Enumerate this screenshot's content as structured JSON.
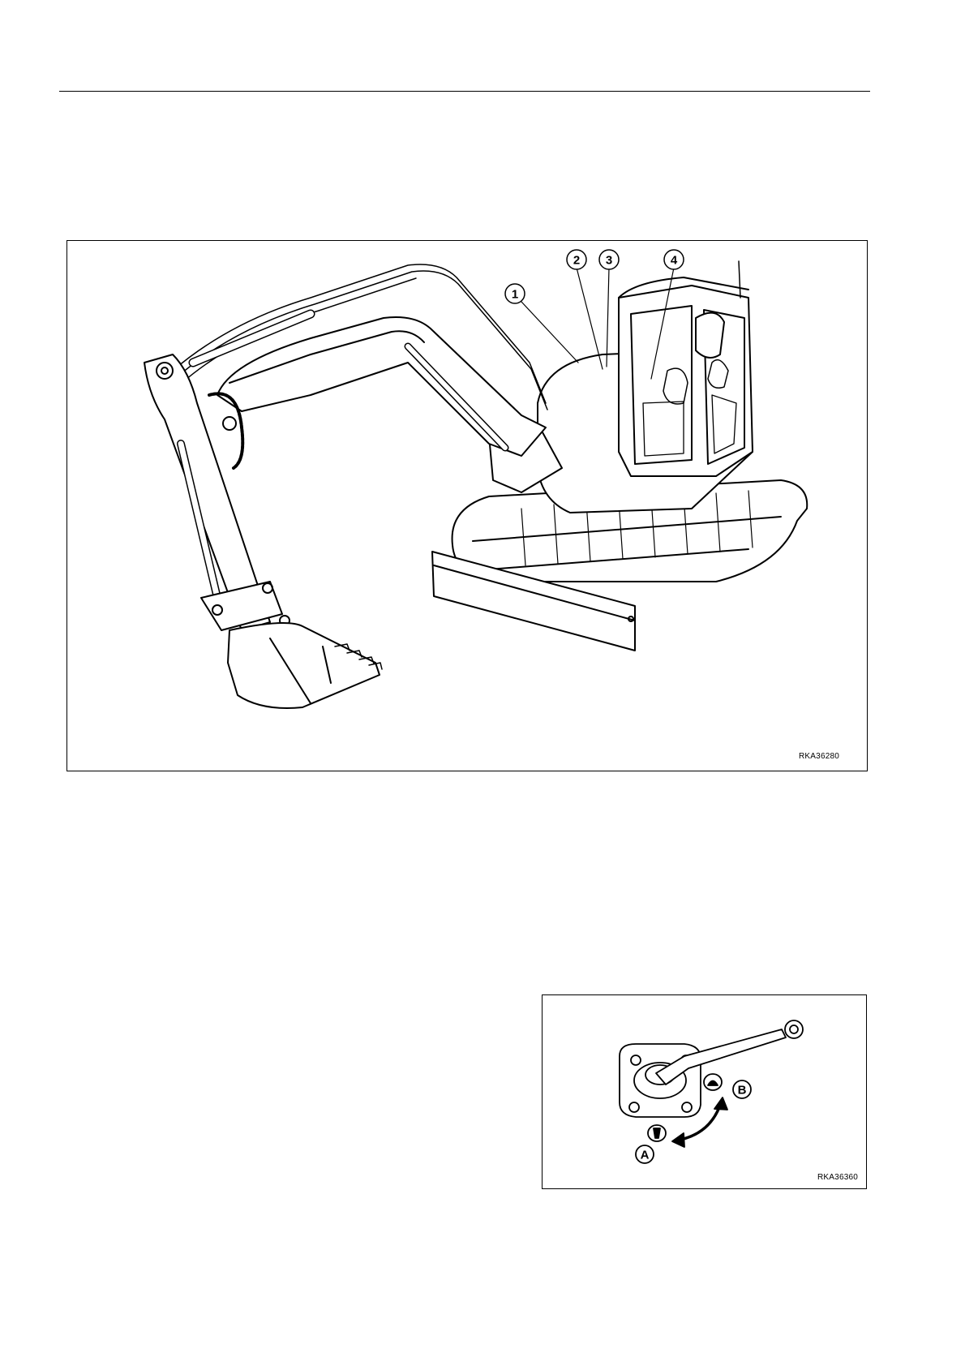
{
  "figure1": {
    "code": "RKA36280",
    "callouts": [
      "1",
      "2",
      "3",
      "4"
    ]
  },
  "figure2": {
    "code": "RKA36360",
    "labels": {
      "a": "A",
      "b": "B"
    }
  }
}
